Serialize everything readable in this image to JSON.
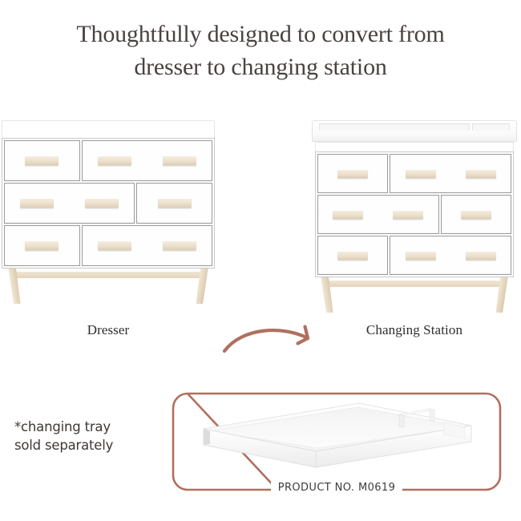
{
  "page": {
    "background_color": "#ffffff",
    "accent_color": "#b0705f",
    "text_color": "#4a4241"
  },
  "headline": {
    "line1": "Thoughtfully designed to convert from",
    "line2": "dresser to changing station",
    "full": "Thoughtfully designed to convert from dresser to changing station"
  },
  "comparison": {
    "left": {
      "caption": "Dresser",
      "product_type": "6-drawer dresser",
      "finish_body": "white",
      "finish_legs": "natural wood",
      "drawer_rows": [
        {
          "drawers": [
            {
              "size": "small",
              "handles": 1
            },
            {
              "size": "wide",
              "handles": 2
            }
          ]
        },
        {
          "drawers": [
            {
              "size": "wide",
              "handles": 2
            },
            {
              "size": "small",
              "handles": 1
            }
          ]
        },
        {
          "drawers": [
            {
              "size": "small",
              "handles": 1
            },
            {
              "size": "wide",
              "handles": 2
            }
          ]
        }
      ]
    },
    "right": {
      "caption": "Changing Station",
      "product_type": "6-drawer dresser with changing tray",
      "finish_body": "white",
      "finish_legs": "natural wood",
      "has_tray": true,
      "drawer_rows": [
        {
          "drawers": [
            {
              "size": "small",
              "handles": 1
            },
            {
              "size": "wide",
              "handles": 2
            }
          ]
        },
        {
          "drawers": [
            {
              "size": "wide",
              "handles": 2
            },
            {
              "size": "small",
              "handles": 1
            }
          ]
        },
        {
          "drawers": [
            {
              "size": "small",
              "handles": 1
            },
            {
              "size": "wide",
              "handles": 2
            }
          ]
        }
      ]
    },
    "arrow": {
      "direction": "right",
      "style": "curved",
      "color": "#b0705f"
    }
  },
  "footer": {
    "note_line1": "*changing tray",
    "note_line2": "sold separately",
    "note_full": "*changing tray sold separately",
    "product_no_label": "PRODUCT NO. M0619",
    "frame_color": "#b0705f",
    "tray_name": "changing tray"
  }
}
